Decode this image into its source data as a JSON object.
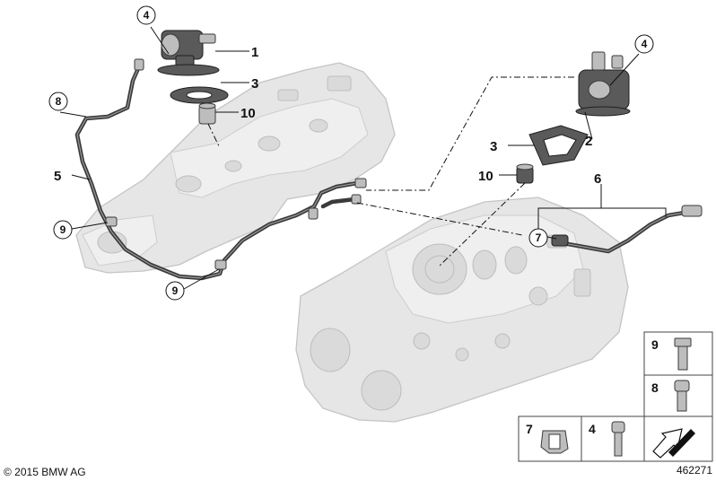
{
  "diagram": {
    "callouts": {
      "c1": "1",
      "c2": "2",
      "c3a": "3",
      "c3b": "3",
      "c4a": "4",
      "c4b": "4",
      "c5": "5",
      "c6": "6",
      "c7": "7",
      "c8": "8",
      "c9a": "9",
      "c9b": "9",
      "c10a": "10",
      "c10b": "10"
    },
    "legend": {
      "box9": "9",
      "box8": "8",
      "box7": "7",
      "box4": "4"
    },
    "copyright": "© 2015 BMW AG",
    "figure_number": "462271"
  }
}
